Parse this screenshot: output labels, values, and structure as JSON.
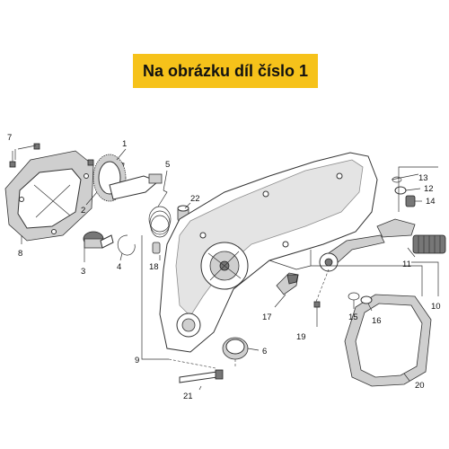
{
  "banner": {
    "text": "Na obrázku díl číslo 1"
  },
  "colors": {
    "banner": "#f6c21a",
    "line": "#333333"
  },
  "callouts": [
    "1",
    "2",
    "3",
    "4",
    "5",
    "6",
    "7",
    "8",
    "9",
    "10",
    "11",
    "12",
    "13",
    "14",
    "15",
    "16",
    "17",
    "18",
    "19",
    "20",
    "21",
    "22"
  ]
}
